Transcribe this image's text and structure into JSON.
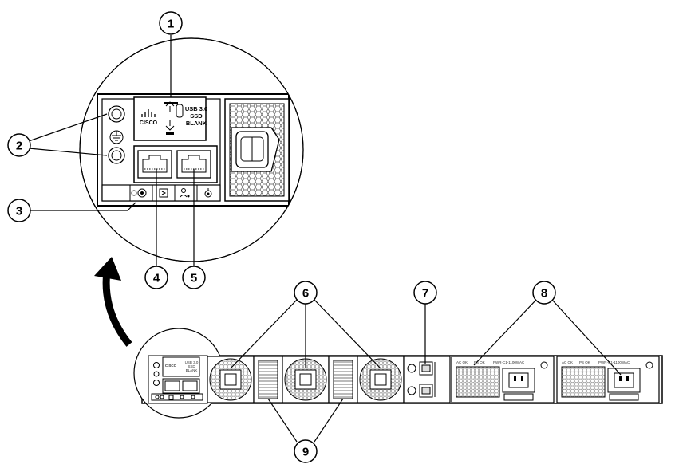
{
  "callouts": [
    {
      "number": "1"
    },
    {
      "number": "2"
    },
    {
      "number": "3"
    },
    {
      "number": "4"
    },
    {
      "number": "5"
    },
    {
      "number": "6"
    },
    {
      "number": "7"
    },
    {
      "number": "8"
    },
    {
      "number": "9"
    }
  ],
  "zoom": {
    "brand_logo": "CISCO",
    "usb_label_line1": "USB 3.0",
    "usb_label_line2": "SSD",
    "usb_label_line3": "BLANK"
  },
  "chassis": {
    "mini_brand_logo": "CISCO",
    "mini_usb_line1": "USB 3.0",
    "mini_usb_line2": "SSD",
    "mini_usb_line3": "BLANK",
    "psu1_acok": "AC OK",
    "psu1_psok": "PS OK",
    "psu1_model": "PWR-C1-1100WAC",
    "psu2_acok": "AC OK",
    "psu2_psok": "PS OK",
    "psu2_model": "PWR-C1-1100WAC"
  }
}
